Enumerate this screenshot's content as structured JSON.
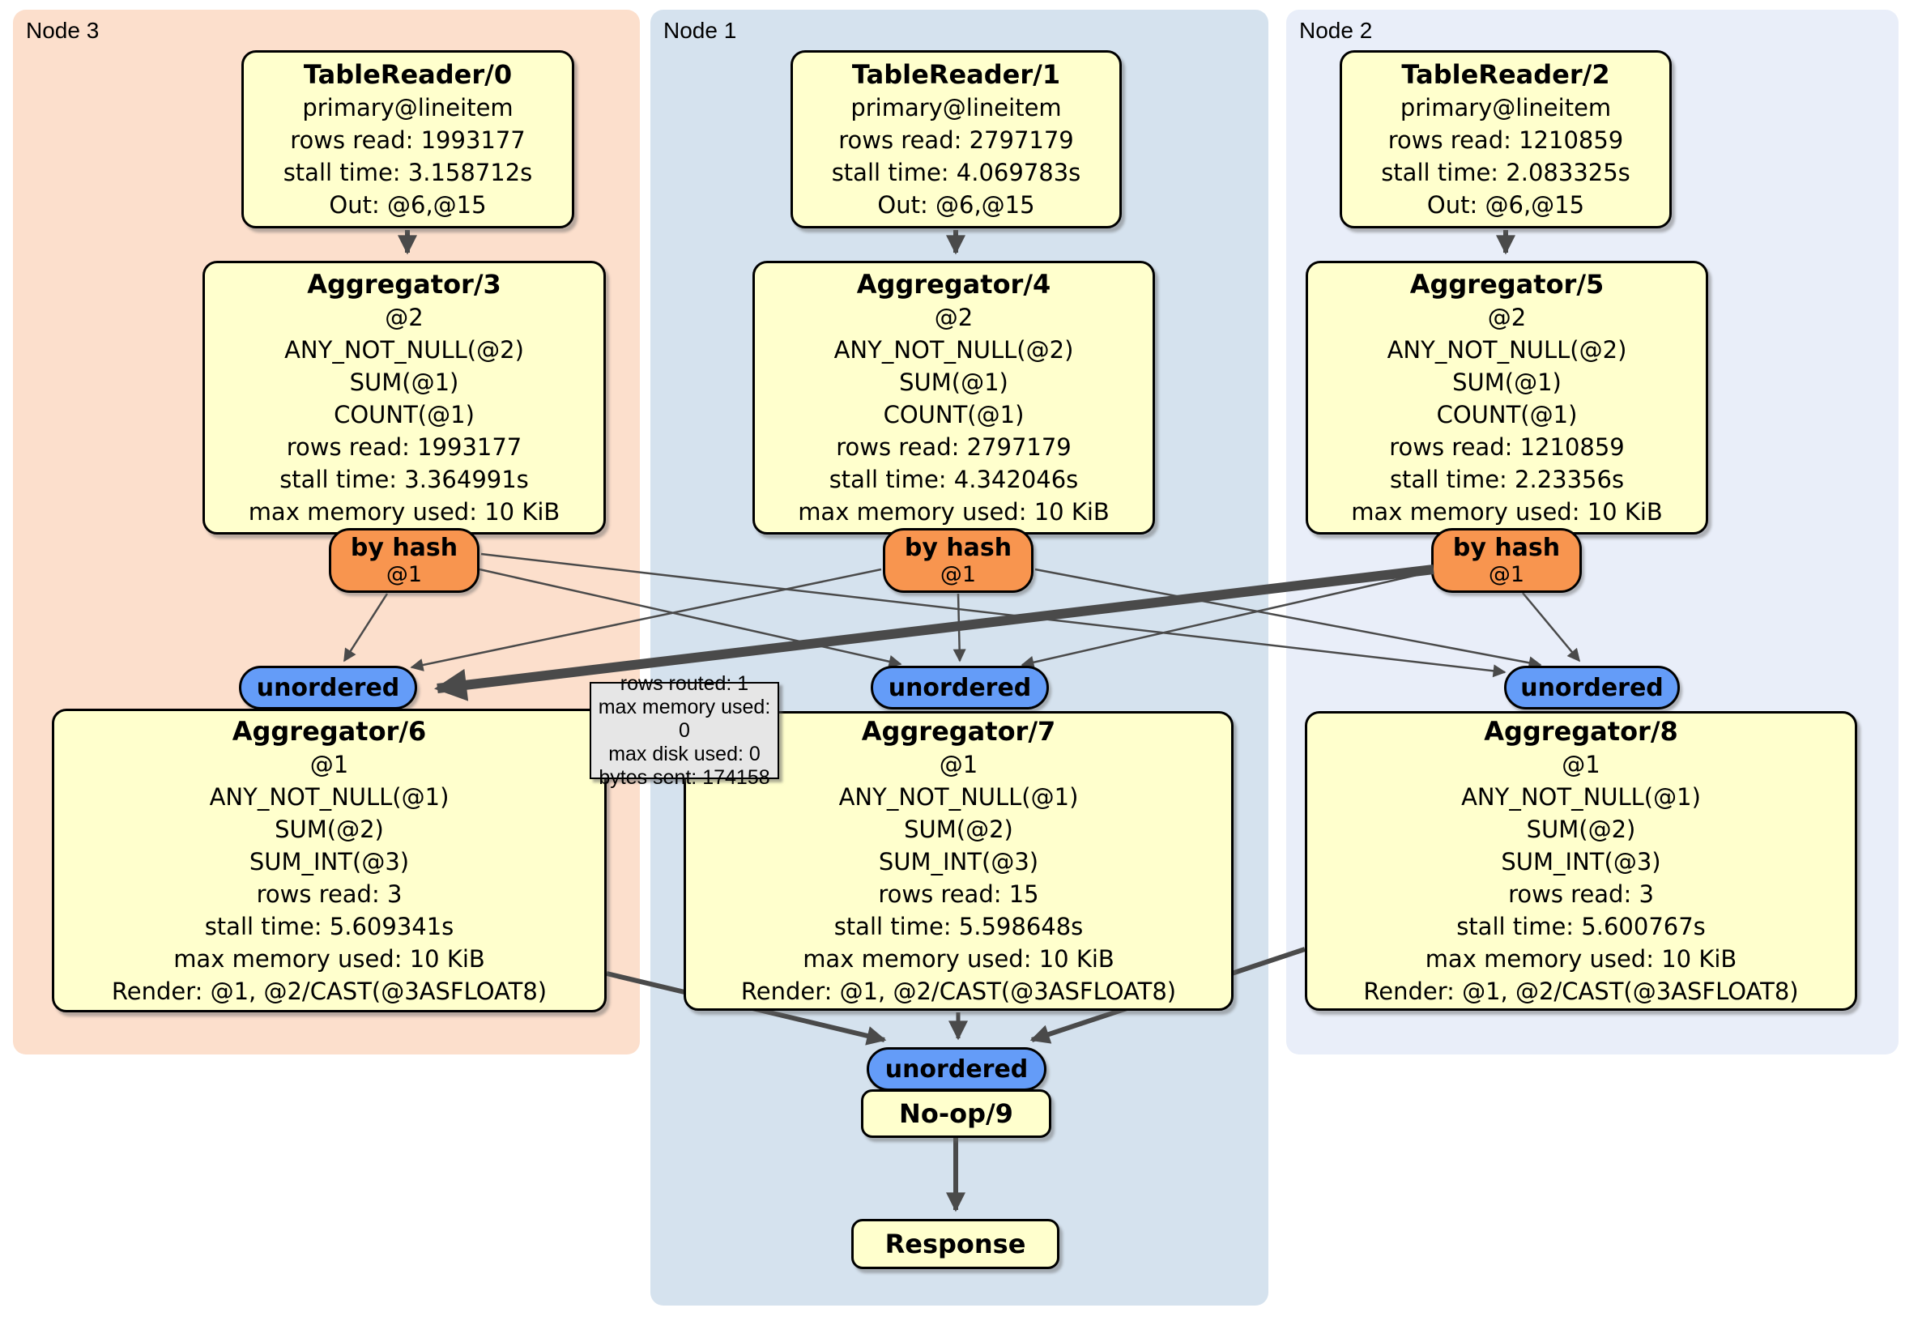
{
  "diagram_type": "distributed-query-plan",
  "panels": [
    {
      "id": "node3",
      "label": "Node 3"
    },
    {
      "id": "node1",
      "label": "Node 1"
    },
    {
      "id": "node2",
      "label": "Node 2"
    }
  ],
  "nodes": {
    "tr0": {
      "title": "TableReader/0",
      "lines": [
        "primary@lineitem",
        "rows read: 1993177",
        "stall time: 3.158712s",
        "Out: @6,@15"
      ]
    },
    "tr1": {
      "title": "TableReader/1",
      "lines": [
        "primary@lineitem",
        "rows read: 2797179",
        "stall time: 4.069783s",
        "Out: @6,@15"
      ]
    },
    "tr2": {
      "title": "TableReader/2",
      "lines": [
        "primary@lineitem",
        "rows read: 1210859",
        "stall time: 2.083325s",
        "Out: @6,@15"
      ]
    },
    "agg3": {
      "title": "Aggregator/3",
      "lines": [
        "@2",
        "ANY_NOT_NULL(@2)",
        "SUM(@1)",
        "COUNT(@1)",
        "rows read: 1993177",
        "stall time: 3.364991s",
        "max memory used: 10 KiB"
      ]
    },
    "agg4": {
      "title": "Aggregator/4",
      "lines": [
        "@2",
        "ANY_NOT_NULL(@2)",
        "SUM(@1)",
        "COUNT(@1)",
        "rows read: 2797179",
        "stall time: 4.342046s",
        "max memory used: 10 KiB"
      ]
    },
    "agg5": {
      "title": "Aggregator/5",
      "lines": [
        "@2",
        "ANY_NOT_NULL(@2)",
        "SUM(@1)",
        "COUNT(@1)",
        "rows read: 1210859",
        "stall time: 2.23356s",
        "max memory used: 10 KiB"
      ]
    },
    "agg6": {
      "title": "Aggregator/6",
      "lines": [
        "@1",
        "ANY_NOT_NULL(@1)",
        "SUM(@2)",
        "SUM_INT(@3)",
        "rows read: 3",
        "stall time: 5.609341s",
        "max memory used: 10 KiB",
        "Render: @1, @2/CAST(@3ASFLOAT8)"
      ]
    },
    "agg7": {
      "title": "Aggregator/7",
      "lines": [
        "@1",
        "ANY_NOT_NULL(@1)",
        "SUM(@2)",
        "SUM_INT(@3)",
        "rows read: 15",
        "stall time: 5.598648s",
        "max memory used: 10 KiB",
        "Render: @1, @2/CAST(@3ASFLOAT8)"
      ]
    },
    "agg8": {
      "title": "Aggregator/8",
      "lines": [
        "@1",
        "ANY_NOT_NULL(@1)",
        "SUM(@2)",
        "SUM_INT(@3)",
        "rows read: 3",
        "stall time: 5.600767s",
        "max memory used: 10 KiB",
        "Render: @1, @2/CAST(@3ASFLOAT8)"
      ]
    },
    "noop": {
      "title": "No-op/9"
    },
    "response": {
      "title": "Response"
    }
  },
  "routers": [
    {
      "label": "by hash",
      "sub": "@1"
    },
    {
      "label": "by hash",
      "sub": "@1"
    },
    {
      "label": "by hash",
      "sub": "@1"
    }
  ],
  "syncs": [
    {
      "label": "unordered"
    },
    {
      "label": "unordered"
    },
    {
      "label": "unordered"
    },
    {
      "label": "unordered"
    }
  ],
  "tooltip": {
    "lines": [
      "rows routed: 1",
      "max memory used: 0",
      "max disk used: 0",
      "bytes sent: 174158"
    ]
  },
  "edges": [
    {
      "from": "tr0",
      "to": "agg3"
    },
    {
      "from": "tr1",
      "to": "agg4"
    },
    {
      "from": "tr2",
      "to": "agg5"
    },
    {
      "from": "byhash-node3",
      "to": "unordered-node3"
    },
    {
      "from": "byhash-node3",
      "to": "unordered-node1"
    },
    {
      "from": "byhash-node3",
      "to": "unordered-node2"
    },
    {
      "from": "byhash-node1",
      "to": "unordered-node3"
    },
    {
      "from": "byhash-node1",
      "to": "unordered-node1"
    },
    {
      "from": "byhash-node1",
      "to": "unordered-node2"
    },
    {
      "from": "byhash-node2",
      "to": "unordered-node3",
      "highlighted": true
    },
    {
      "from": "byhash-node2",
      "to": "unordered-node1"
    },
    {
      "from": "byhash-node2",
      "to": "unordered-node2"
    },
    {
      "from": "agg6",
      "to": "unordered-final"
    },
    {
      "from": "agg7",
      "to": "unordered-final"
    },
    {
      "from": "agg8",
      "to": "unordered-final"
    },
    {
      "from": "noop",
      "to": "response"
    }
  ],
  "colors": {
    "panel_node3": "#fcdfcc",
    "panel_node1": "#d5e2ee",
    "panel_node2": "#e9eef9",
    "node_fill": "#ffffcd",
    "router_fill": "#f8954f",
    "sync_fill": "#649cf8",
    "tooltip_fill": "#e6e6e6",
    "edge": "#4a4a4a"
  }
}
